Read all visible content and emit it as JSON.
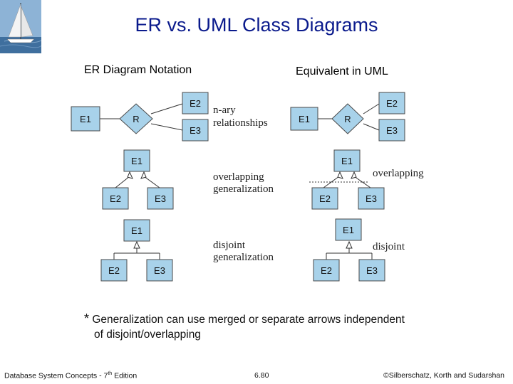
{
  "title": "ER vs. UML Class Diagrams",
  "headings": {
    "left": "ER Diagram Notation",
    "right": "Equivalent in UML"
  },
  "er": {
    "nary": {
      "e1": "E1",
      "r": "R",
      "e2": "E2",
      "e3": "E3"
    },
    "overlap": {
      "e1": "E1",
      "e2": "E2",
      "e3": "E3"
    },
    "disjoint": {
      "e1": "E1",
      "e2": "E2",
      "e3": "E3"
    }
  },
  "uml": {
    "nary": {
      "e1": "E1",
      "r": "R",
      "e2": "E2",
      "e3": "E3"
    },
    "overlap": {
      "e1": "E1",
      "e2": "E2",
      "e3": "E3"
    },
    "disjoint": {
      "e1": "E1",
      "e2": "E2",
      "e3": "E3"
    }
  },
  "notes": {
    "nary_line1": "n-ary",
    "nary_line2": "relationships",
    "overlap_line1": "overlapping",
    "overlap_line2": "generalization",
    "disjoint_line1": "disjoint",
    "disjoint_line2": "generalization",
    "uml_overlap": "overlapping",
    "uml_disjoint": "disjoint"
  },
  "footnote": {
    "star": "*",
    "line1": "Generalization can use merged or separate arrows independent",
    "line2": "of disjoint/overlapping"
  },
  "footer": {
    "left": "Database System Concepts - 7",
    "left_sup": "th",
    "left_tail": " Edition",
    "page": "6.80",
    "right": "©Silberschatz, Korth and Sudarshan"
  },
  "colors": {
    "box_fill": "#a8d2ea",
    "box_stroke": "#4a4a4a",
    "title": "#0a1a8c"
  }
}
